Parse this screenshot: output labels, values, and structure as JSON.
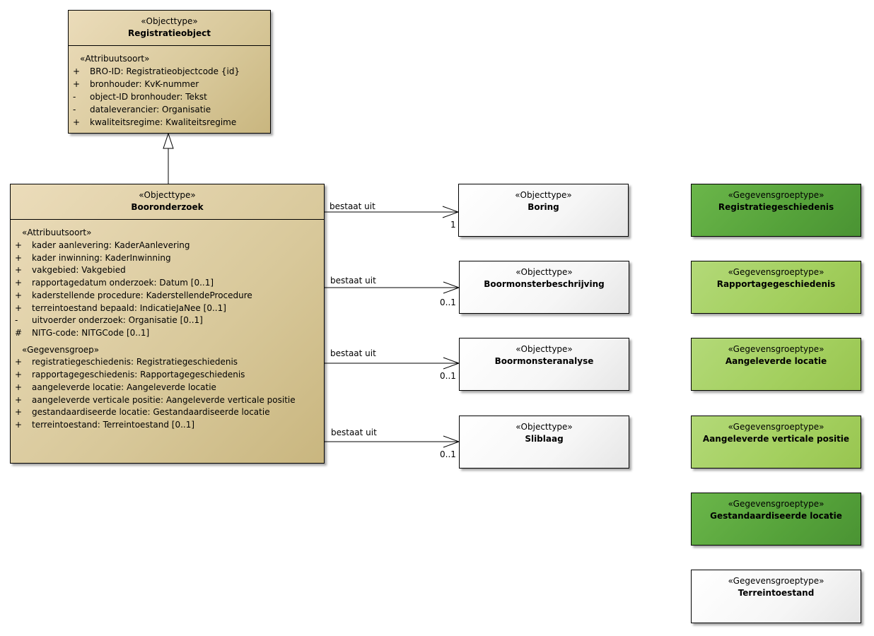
{
  "registratieobject": {
    "stereotype": "«Objecttype»",
    "name": "Registratieobject",
    "group_label": "«Attribuutsoort»",
    "attributes": [
      {
        "vis": "+",
        "text": "BRO-ID: Registratieobjectcode {id}"
      },
      {
        "vis": "+",
        "text": "bronhouder: KvK-nummer"
      },
      {
        "vis": "-",
        "text": "object-ID bronhouder: Tekst"
      },
      {
        "vis": "-",
        "text": "dataleverancier: Organisatie"
      },
      {
        "vis": "+",
        "text": "kwaliteitsregime: Kwaliteitsregime"
      }
    ]
  },
  "booronderzoek": {
    "stereotype": "«Objecttype»",
    "name": "Booronderzoek",
    "attr_label": "«Attribuutsoort»",
    "attributes": [
      {
        "vis": "+",
        "text": "kader aanlevering: KaderAanlevering"
      },
      {
        "vis": "+",
        "text": "kader inwinning: KaderInwinning"
      },
      {
        "vis": "+",
        "text": "vakgebied: Vakgebied"
      },
      {
        "vis": "+",
        "text": "rapportagedatum onderzoek: Datum [0..1]"
      },
      {
        "vis": "+",
        "text": "kaderstellende procedure: KaderstellendeProcedure"
      },
      {
        "vis": "+",
        "text": "terreintoestand bepaald: IndicatieJaNee [0..1]"
      },
      {
        "vis": "-",
        "text": "uitvoerder onderzoek: Organisatie [0..1]"
      },
      {
        "vis": "#",
        "text": "NITG-code: NITGCode [0..1]"
      }
    ],
    "group_label": "«Gegevensgroep»",
    "groups": [
      {
        "vis": "+",
        "text": "registratiegeschiedenis: Registratiegeschiedenis"
      },
      {
        "vis": "+",
        "text": "rapportagegeschiedenis: Rapportagegeschiedenis"
      },
      {
        "vis": "+",
        "text": "aangeleverde locatie: Aangeleverde locatie"
      },
      {
        "vis": "+",
        "text": "aangeleverde verticale positie: Aangeleverde verticale positie"
      },
      {
        "vis": "+",
        "text": "gestandaardiseerde locatie: Gestandaardiseerde locatie"
      },
      {
        "vis": "+",
        "text": "terreintoestand: Terreintoestand [0..1]"
      }
    ]
  },
  "associations": [
    {
      "label": "bestaat uit",
      "multiplicity": "1"
    },
    {
      "label": "bestaat uit",
      "multiplicity": "0..1"
    },
    {
      "label": "bestaat uit",
      "multiplicity": "0..1"
    },
    {
      "label": "bestaat uit",
      "multiplicity": "0..1"
    }
  ],
  "objecttypes": [
    {
      "stereotype": "«Objecttype»",
      "name": "Boring"
    },
    {
      "stereotype": "«Objecttype»",
      "name": "Boormonsterbeschrijving"
    },
    {
      "stereotype": "«Objecttype»",
      "name": "Boormonsteranalyse"
    },
    {
      "stereotype": "«Objecttype»",
      "name": "Sliblaag"
    }
  ],
  "gegevensgroeptypes": [
    {
      "stereotype": "«Gegevensgroeptype»",
      "name": "Registratiegeschiedenis",
      "fill": "dark-green"
    },
    {
      "stereotype": "«Gegevensgroeptype»",
      "name": "Rapportagegeschiedenis",
      "fill": "light-green"
    },
    {
      "stereotype": "«Gegevensgroeptype»",
      "name": "Aangeleverde locatie",
      "fill": "light-green"
    },
    {
      "stereotype": "«Gegevensgroeptype»",
      "name": "Aangeleverde verticale positie",
      "fill": "light-green"
    },
    {
      "stereotype": "«Gegevensgroeptype»",
      "name": "Gestandaardiseerde locatie",
      "fill": "dark-green"
    },
    {
      "stereotype": "«Gegevensgroeptype»",
      "name": "Terreintoestand",
      "fill": "white"
    }
  ],
  "colors": {
    "class_fill": "#d8c89a",
    "dark_green": "#55a23a",
    "light_green": "#a3cf5e",
    "line": "#000000"
  }
}
